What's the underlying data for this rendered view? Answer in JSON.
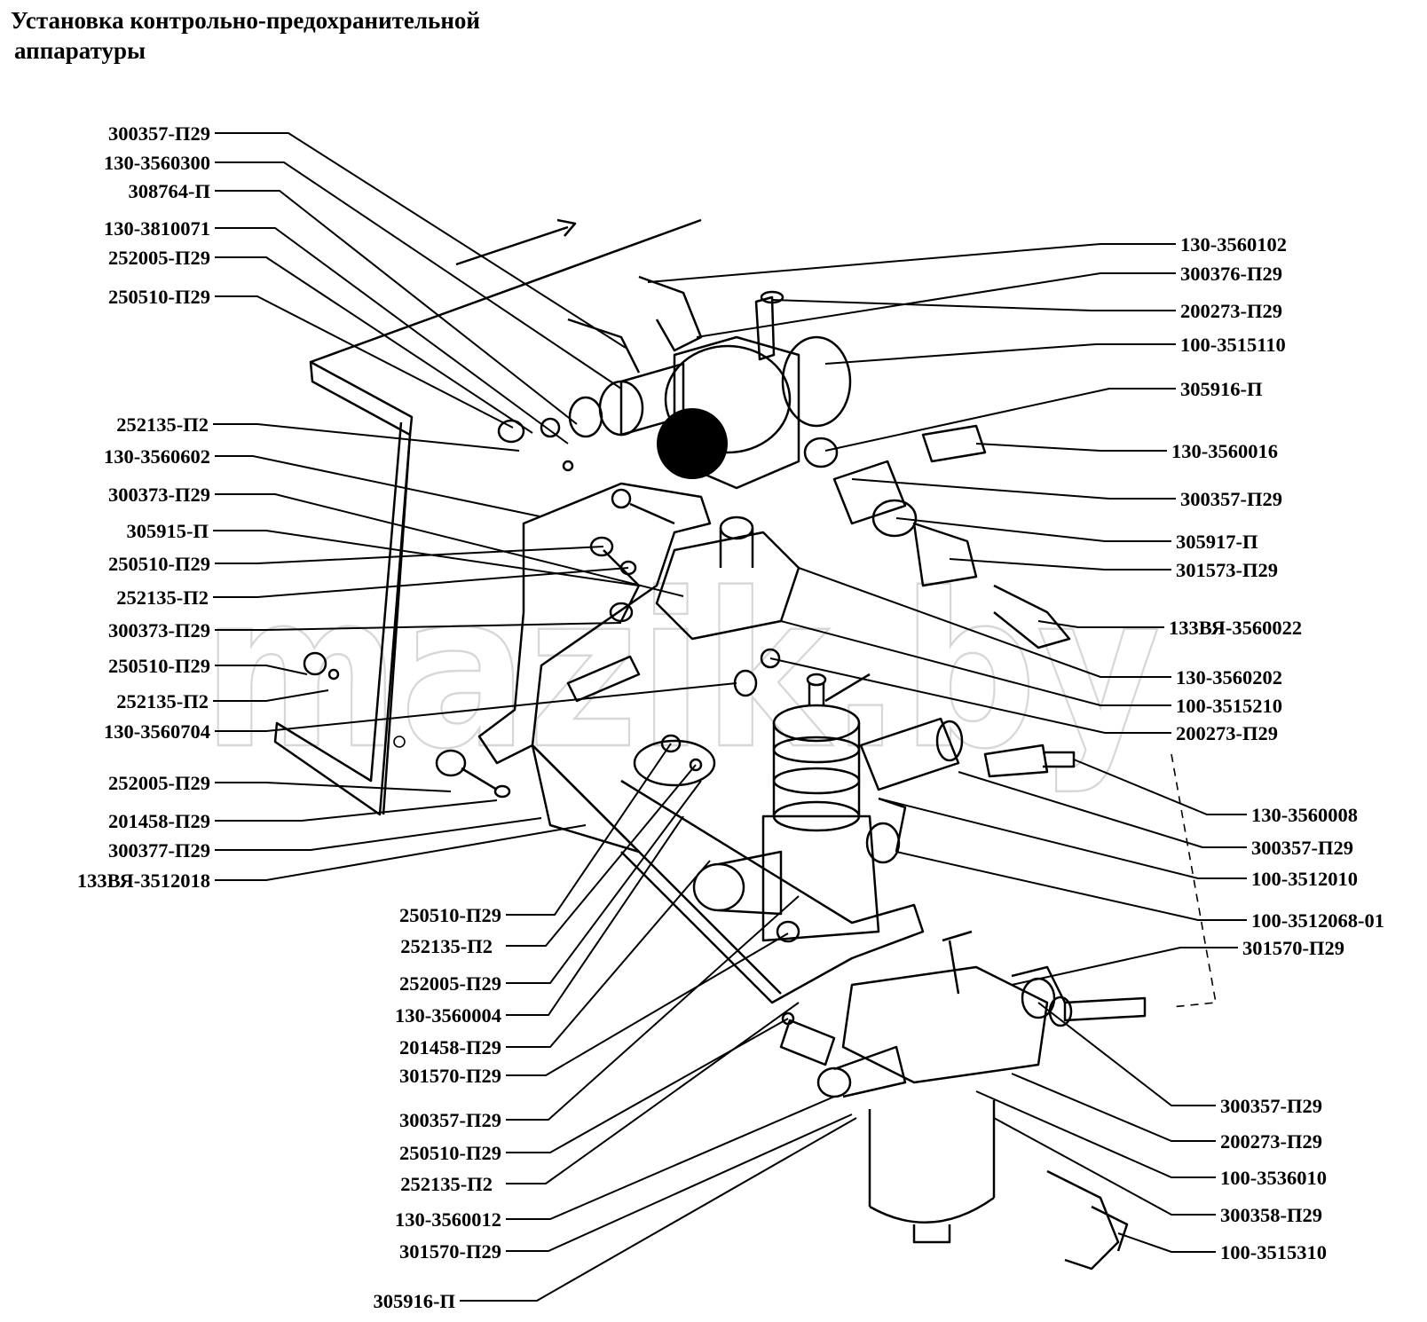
{
  "title": {
    "line1": "Установка контрольно-предохранительной",
    "line2": "аппаратуры"
  },
  "watermark": "mazik.by",
  "labels_left": [
    "300357-П29",
    "130-3560300",
    "308764-П",
    "130-3810071",
    "252005-П29",
    "250510-П29",
    "252135-П2",
    "130-3560602",
    "300373-П29",
    "305915-П",
    "250510-П29",
    "252135-П2",
    "300373-П29",
    "250510-П29",
    "252135-П2",
    "130-3560704",
    "252005-П29",
    "201458-П29",
    "300377-П29",
    "133ВЯ-3512018"
  ],
  "labels_bottom": [
    "250510-П29",
    "252135-П2",
    "252005-П29",
    "130-3560004",
    "201458-П29",
    "301570-П29",
    "300357-П29",
    "250510-П29",
    "252135-П2",
    "130-3560012",
    "301570-П29",
    "305916-П"
  ],
  "labels_right": [
    "130-3560102",
    "300376-П29",
    "200273-П29",
    "100-3515110",
    "305916-П",
    "130-3560016",
    "300357-П29",
    "305917-П",
    "301573-П29",
    "133ВЯ-3560022",
    "130-3560202",
    "100-3515210",
    "200273-П29",
    "130-3560008",
    "300357-П29",
    "100-3512010",
    "100-3512068-01",
    "301570-П29",
    "300357-П29",
    "200273-П29",
    "100-3536010",
    "300358-П29",
    "100-3515310"
  ]
}
